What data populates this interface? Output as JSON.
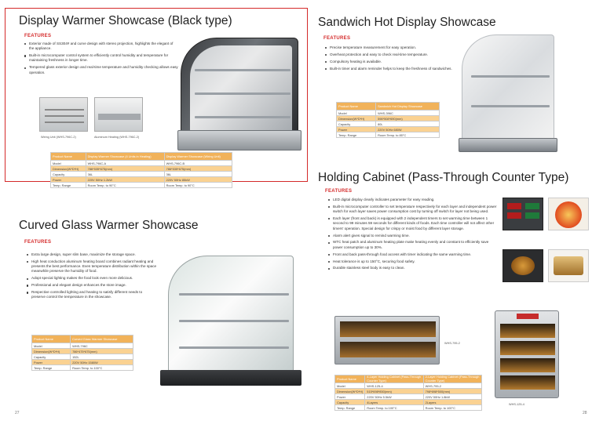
{
  "display_warmer": {
    "title": "Display Warmer Showcase (Black type)",
    "features_label": "FEATURES",
    "features": [
      "Exterior made of SS304# and curve design with stereo projection, highlights the elegant of the appliance.",
      "Built-in microcomputer control system to efficiently control humidity and temperature for maintaining freshness in longer time.",
      "Tempered glass exterior design and real-time temperature and humidity checking allows easy operation."
    ],
    "captions": [
      "Wiring Unit (WHS-796C-2)",
      "Aluminum Heating (WHS-796C-2)"
    ],
    "spec": {
      "header": [
        "Product Name",
        "Display Warmer Showcase (4 Units in Heating)",
        "Display Warmer Showcase (Wiring Unit)"
      ],
      "rows": [
        [
          "Model",
          "WHS-796C-A",
          "WHS-796C-B"
        ],
        [
          "Dimension(W*D*H)",
          "786*535*675(mm)",
          "786*535*675(mm)"
        ],
        [
          "Capacity",
          "36L",
          "36L"
        ],
        [
          "Power",
          "220V  50Hz  1.2kW",
          "220V  50Hz  85kW"
        ],
        [
          "Temp. Range",
          "Room Temp. to 90°C",
          "Room Temp. to 90°C"
        ]
      ]
    }
  },
  "curved_glass": {
    "title": "Curved Glass Warmer Showcase",
    "features_label": "FEATURES",
    "features": [
      "Extra large design, super slim base, maximize the storage space.",
      "High heat conduction aluminum heating board combines radiant heating and presents the best performance. Even temperature distribution within the space meanwhile preserve the humidity of food.",
      "Adopt special lighting makes the food look even more delicious.",
      "Professional and elegant design enhances the store image.",
      "Respective controlled lighting and heating to satisfy different needs to preserve control the temperature in the showcase."
    ],
    "spec": {
      "header": [
        "Product Name",
        "Curved Glass Warmer Showcase"
      ],
      "rows": [
        [
          "Model",
          "WHS-796C"
        ],
        [
          "Dimension(W*D*H)",
          "786*475*675(mm)"
        ],
        [
          "Capacity",
          "152L"
        ],
        [
          "Power",
          "220V  50Hz  1580W"
        ],
        [
          "Temp. Range",
          "Room Temp. to 100°C"
        ]
      ]
    }
  },
  "sandwich": {
    "title": "Sandwich Hot Display Showcase",
    "features_label": "FEATURES",
    "features": [
      "Precise temperature measurement for easy operation.",
      "Overheat protection and easy to check real-time temperature.",
      "Compulsory heating is available.",
      "Built-in timer and alarm reminder helps to keep the freshness of sandwiches."
    ],
    "spec": {
      "header": [
        "Product Name",
        "Sandwich Hot Display Showcase"
      ],
      "rows": [
        [
          "Model",
          "WHS-396C"
        ],
        [
          "Dimension(W*D*H)",
          "598*508*690(mm)"
        ],
        [
          "Capacity",
          "80L"
        ],
        [
          "Power",
          "220V  50Hz  680W"
        ],
        [
          "Temp. Range",
          "Room Temp. to 85°C"
        ]
      ]
    }
  },
  "holding": {
    "title": "Holding Cabinet (Pass-Through Counter Type)",
    "features_label": "FEATURES",
    "features": [
      "LED digital display clearly indicates parameter for easy reading.",
      "Built-in microcomputer controller to set temperature respectively for each layer and independent power switch for each layer saves power consumption cost by turning off switch for layer not being used.",
      "Each layer (front and back) is equipped with 2 independent timers to set warming time between 1 second to 99 minutes 59 seconds for different kinds of foods. Each time controller will not affect other timers' operation. Special design for crispy or moist food by different layer storage.",
      "Alarm alert gives signal to remind warming time.",
      "WTC heat patch and aluminum heating plate make heating evenly and constant to efficiently save power consumption up to 30%.",
      "Front and back pass-through food access with timer indicating the same warming time.",
      "Heat tolerance is up to 150°C, securing food safety.",
      "Durable stainless steel body is easy to clean."
    ],
    "captions": [
      "WHS-795-2",
      "WHS-125-4"
    ],
    "spec": {
      "header": [
        "Product Name",
        "4-Layer Holding Cabinet (Pass-Through Counter Type)",
        "2-Layer Holding Cabinet (Pass-Through Counter Type)"
      ],
      "rows": [
        [
          "Model",
          "WHS-125-4",
          "WHS-795-2"
        ],
        [
          "Dimension(W*D*H)",
          "515*698*850(mm)",
          "798*698*500(mm)"
        ],
        [
          "Power",
          "220V  50Hz  5.5kW",
          "220V  50Hz  1.8kW"
        ],
        [
          "Capacity",
          "4Layers",
          "2Layers"
        ],
        [
          "Temp. Range",
          "Room Temp. to 100°C",
          "Room Temp. to 100°C"
        ]
      ]
    }
  },
  "page_numbers": {
    "left": "27",
    "right": "28"
  },
  "colors": {
    "accent": "#d42a2a",
    "table_header": "#f1b25a",
    "table_highlight": "#fad292"
  }
}
